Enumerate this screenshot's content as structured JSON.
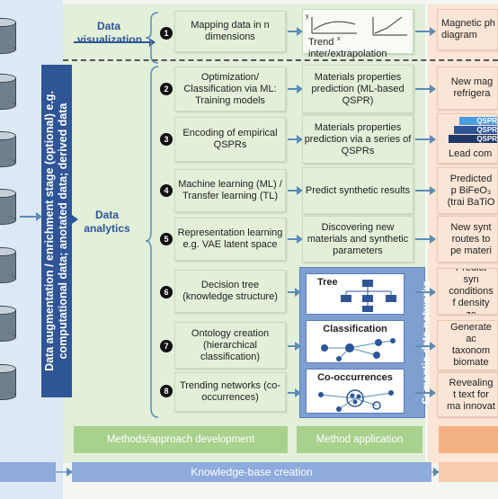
{
  "sections": {
    "visualization": "Data visualization",
    "analytics": "Data analytics",
    "augmentation": "Data augmentation / enrichment stage (optional) e.g. computational data; anotated data; derived data",
    "semantic": "Semantic data networks"
  },
  "rows": [
    {
      "num": "1",
      "method": "Mapping data in n dimensions",
      "application": "Trend inter/extrapolation",
      "result": "Magnetic ph diagram"
    },
    {
      "num": "2",
      "method": "Optimization/ Classification via ML: Training models",
      "application": "Materials properties prediction (ML-based QSPR)",
      "result": "New mag refrigera"
    },
    {
      "num": "3",
      "method": "Encoding of empirical QSPRs",
      "application": "Materials properties prediction via a series of QSPRs",
      "result": "Lead com"
    },
    {
      "num": "4",
      "method": "Machine learning (ML) / Transfer learning (TL)",
      "application": "Predict synthetic results",
      "result": "Predicted p BiFeO₃ (trai BaTiO"
    },
    {
      "num": "5",
      "method": "Representation learning e.g. VAE latent space",
      "application": "Discovering new materials and synthetic parameters",
      "result": "New synt routes to pe materi"
    },
    {
      "num": "6",
      "method": "Decision tree (knowledge structure)",
      "application": "Tree",
      "result": "Predict syn conditions f density ze"
    },
    {
      "num": "7",
      "method": "Ontology creation (hierarchical classification)",
      "application": "Classification",
      "result": "Generate ac taxonom biomate"
    },
    {
      "num": "8",
      "method": "Trending networks (co-occurrences)",
      "application": "Co-occurrences",
      "result": "Revealing t text for ma innovat"
    }
  ],
  "chart_labels": {
    "x": "x",
    "y": "y"
  },
  "qspr_labels": [
    "QSPR",
    "QSPR",
    "QSPR"
  ],
  "footer": {
    "methods": "Methods/approach development",
    "application": "Method application",
    "knowledge_base": "Knowledge-base creation"
  },
  "colors": {
    "navy": "#2f5597",
    "green_bg": "#e2efd9",
    "orange_bg": "#fbe5d6",
    "semantic_blue": "#7f9fd0"
  }
}
